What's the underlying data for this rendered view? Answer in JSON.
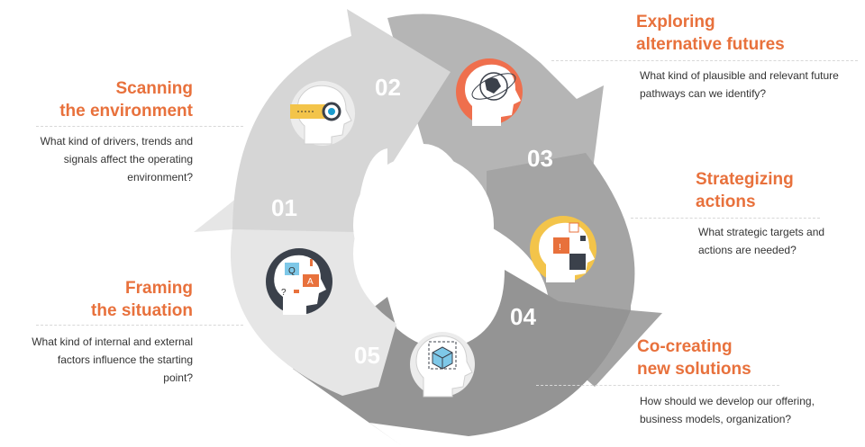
{
  "steps": [
    {
      "number": "01",
      "title_line1": "Framing",
      "title_line2": "the situation",
      "question": "What kind of internal and external factors influence the starting point?",
      "icon": "qa-head-icon"
    },
    {
      "number": "02",
      "title_line1": "Scanning",
      "title_line2": "the environment",
      "question": "What kind of drivers, trends and signals affect the operating environment?",
      "icon": "eye-head-icon"
    },
    {
      "number": "03",
      "title_line1": "Exploring",
      "title_line2": "alternative futures",
      "question": "What kind of plausible and relevant future pathways can we identify?",
      "icon": "globe-head-icon"
    },
    {
      "number": "04",
      "title_line1": "Strategizing",
      "title_line2": "actions",
      "question": "What strategic targets and actions are needed?",
      "icon": "puzzle-head-icon"
    },
    {
      "number": "05",
      "title_line1": "Co-creating",
      "title_line2": "new solutions",
      "question": "How should we develop our offering, business models, organization?",
      "icon": "cube-head-icon"
    }
  ],
  "colors": {
    "accent": "#e8713c",
    "arrow_01": "#e5e5e5",
    "arrow_02": "#d6d6d6",
    "arrow_03": "#b5b5b5",
    "arrow_04": "#a2a2a2",
    "arrow_05": "#939393"
  },
  "icon_glyphs": {
    "qa_q": "Q",
    "qa_a": "A",
    "qa_mark": "?",
    "puzzle_mark": "!"
  }
}
